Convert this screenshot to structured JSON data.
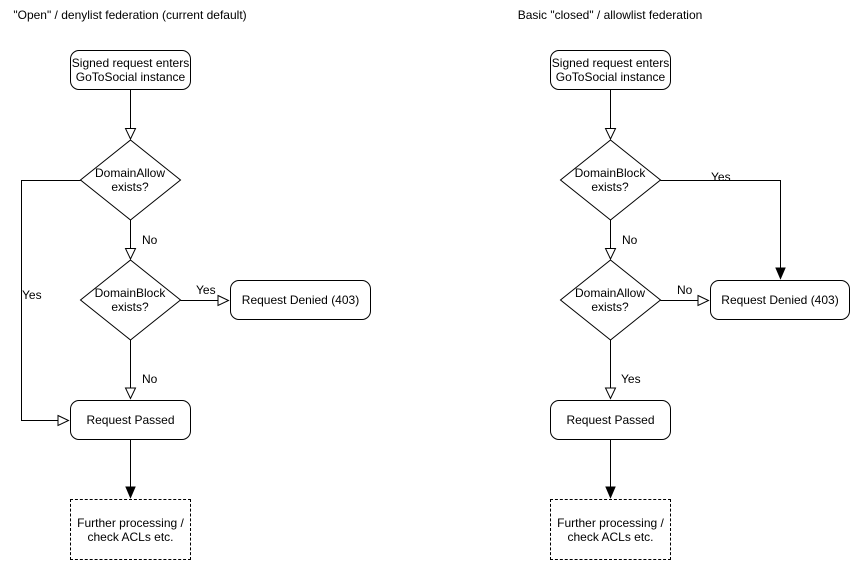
{
  "colors": {
    "background": "#ffffff",
    "stroke": "#000000",
    "text": "#000000"
  },
  "charts": [
    {
      "title": "\"Open\" / denylist federation (current default)",
      "nodes": {
        "start": "Signed request enters\nGoToSocial instance",
        "decision1": "DomainAllow\nexists?",
        "decision2": "DomainBlock\nexists?",
        "denied": "Request Denied (403)",
        "passed": "Request Passed",
        "further": "Further processing /\ncheck ACLs etc."
      },
      "edge_labels": {
        "d1_no": "No",
        "d1_yes": "Yes",
        "d2_yes": "Yes",
        "d2_no": "No"
      }
    },
    {
      "title": "Basic \"closed\" / allowlist federation",
      "nodes": {
        "start": "Signed request enters\nGoToSocial instance",
        "decision1": "DomainBlock\nexists?",
        "decision2": "DomainAllow\nexists?",
        "denied": "Request Denied (403)",
        "passed": "Request Passed",
        "further": "Further processing /\ncheck ACLs etc."
      },
      "edge_labels": {
        "d1_yes": "Yes",
        "d1_no": "No",
        "d2_no": "No",
        "d2_yes": "Yes"
      }
    }
  ]
}
